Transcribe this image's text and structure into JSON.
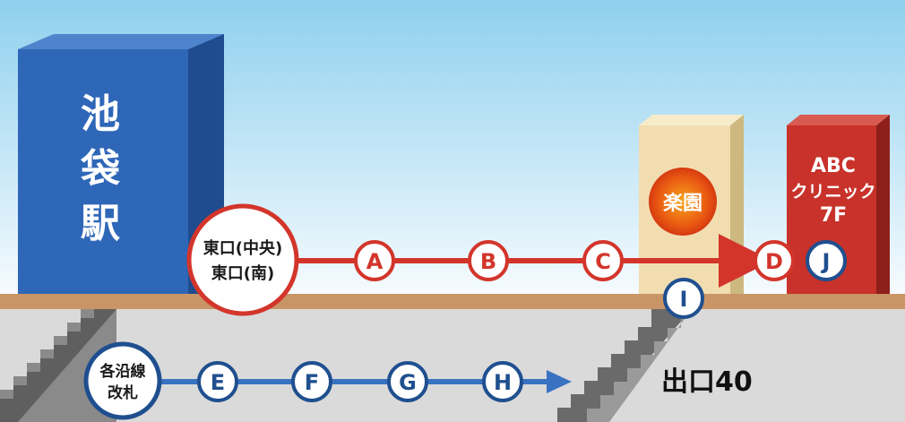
{
  "station": {
    "name_line1": "池",
    "name_line2": "袋",
    "name_line3": "駅"
  },
  "exit_east": {
    "line1": "東口(中央)",
    "line2": "東口(南)"
  },
  "upper_route_markers": [
    "A",
    "B",
    "C",
    "D",
    "J"
  ],
  "rakuen": {
    "label": "楽園"
  },
  "clinic": {
    "line1": "ABC",
    "line2": "クリニック",
    "line3": "7F"
  },
  "ground_marker": "I",
  "ticket_gate": {
    "line1": "各沿線",
    "line2": "改札"
  },
  "lower_route_markers": [
    "E",
    "F",
    "G",
    "H"
  ],
  "exit_label": "出口40",
  "colors": {
    "station_blue": "#2f67b8",
    "route_red": "#d3352b",
    "route_blue": "#3a72c2",
    "marker_navy": "#1f4f8f",
    "ground": "#c99567",
    "underground": "#dadada",
    "clinic_red": "#c8322a",
    "rakuen_tan": "#f2ddb0"
  }
}
